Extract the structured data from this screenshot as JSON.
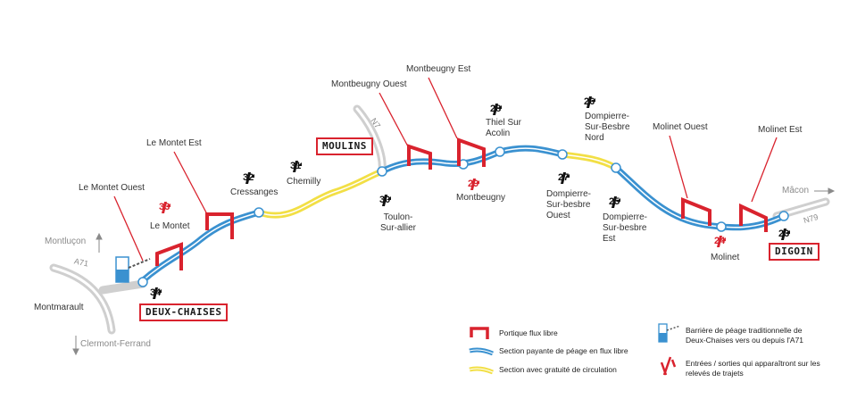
{
  "colors": {
    "toll_blue": "#3a91d0",
    "free_yellow": "#f2df45",
    "gantry_red": "#d9232e",
    "road_gray": "#c8c8c8",
    "text_gray": "#8a8a8a"
  },
  "gantries": [
    {
      "label": "Le Montet Ouest"
    },
    {
      "label": "Le Montet Est"
    },
    {
      "label": "Montbeugny Ouest"
    },
    {
      "label": "Montbeugny Est"
    },
    {
      "label": "Molinet Ouest"
    },
    {
      "label": "Molinet Est"
    }
  ],
  "exits": [
    {
      "number": "34",
      "style": "black"
    },
    {
      "number": "33",
      "style": "red"
    },
    {
      "number": "32",
      "style": "black"
    },
    {
      "number": "31",
      "style": "black"
    },
    {
      "number": "30",
      "style": "black"
    },
    {
      "number": "29",
      "style": "red"
    },
    {
      "number": "28",
      "style": "black"
    },
    {
      "number": "27",
      "style": "black"
    },
    {
      "number": "26",
      "style": "black"
    },
    {
      "number": "25",
      "style": "black"
    },
    {
      "number": "24",
      "style": "red"
    },
    {
      "number": "23",
      "style": "black"
    }
  ],
  "places": {
    "le_montet": "Le Montet",
    "cressanges": "Cressanges",
    "chemilly": "Chemilly",
    "toulon": "Toulon-\nSur-allier",
    "montbeugny": "Montbeugny",
    "thiel": "Thiel Sur\nAcolin",
    "dompierre_ouest": "Dompierre-\nSur-besbre\nOuest",
    "dompierre_nord": "Dompierre-\nSur-Besbre\nNord",
    "dompierre_est": "Dompierre-\nSur-besbre\nEst",
    "molinet": "Molinet",
    "montmarault": "Montmarault"
  },
  "cities": {
    "moulins": "MOULINS",
    "digoin": "DIGOIN",
    "deux_chaises": "DEUX-CHAISES"
  },
  "directions": {
    "montlucon": "Montluçon",
    "clermont": "Clermont-Ferrand",
    "macon": "Mâcon"
  },
  "roads": {
    "a71": "A71",
    "n7": "N7",
    "n79": "N79"
  },
  "legend": {
    "gantry": "Portique flux libre",
    "toll_section": "Section payante de péage en flux libre",
    "free_section": "Section avec gratuité de circulation",
    "barrier": "Barrière de péage traditionnelle de\nDeux-Chaises vers ou depuis l'A71",
    "exits_note": "Entrées / sorties qui apparaîtront sur les\nrelevés de trajets"
  }
}
